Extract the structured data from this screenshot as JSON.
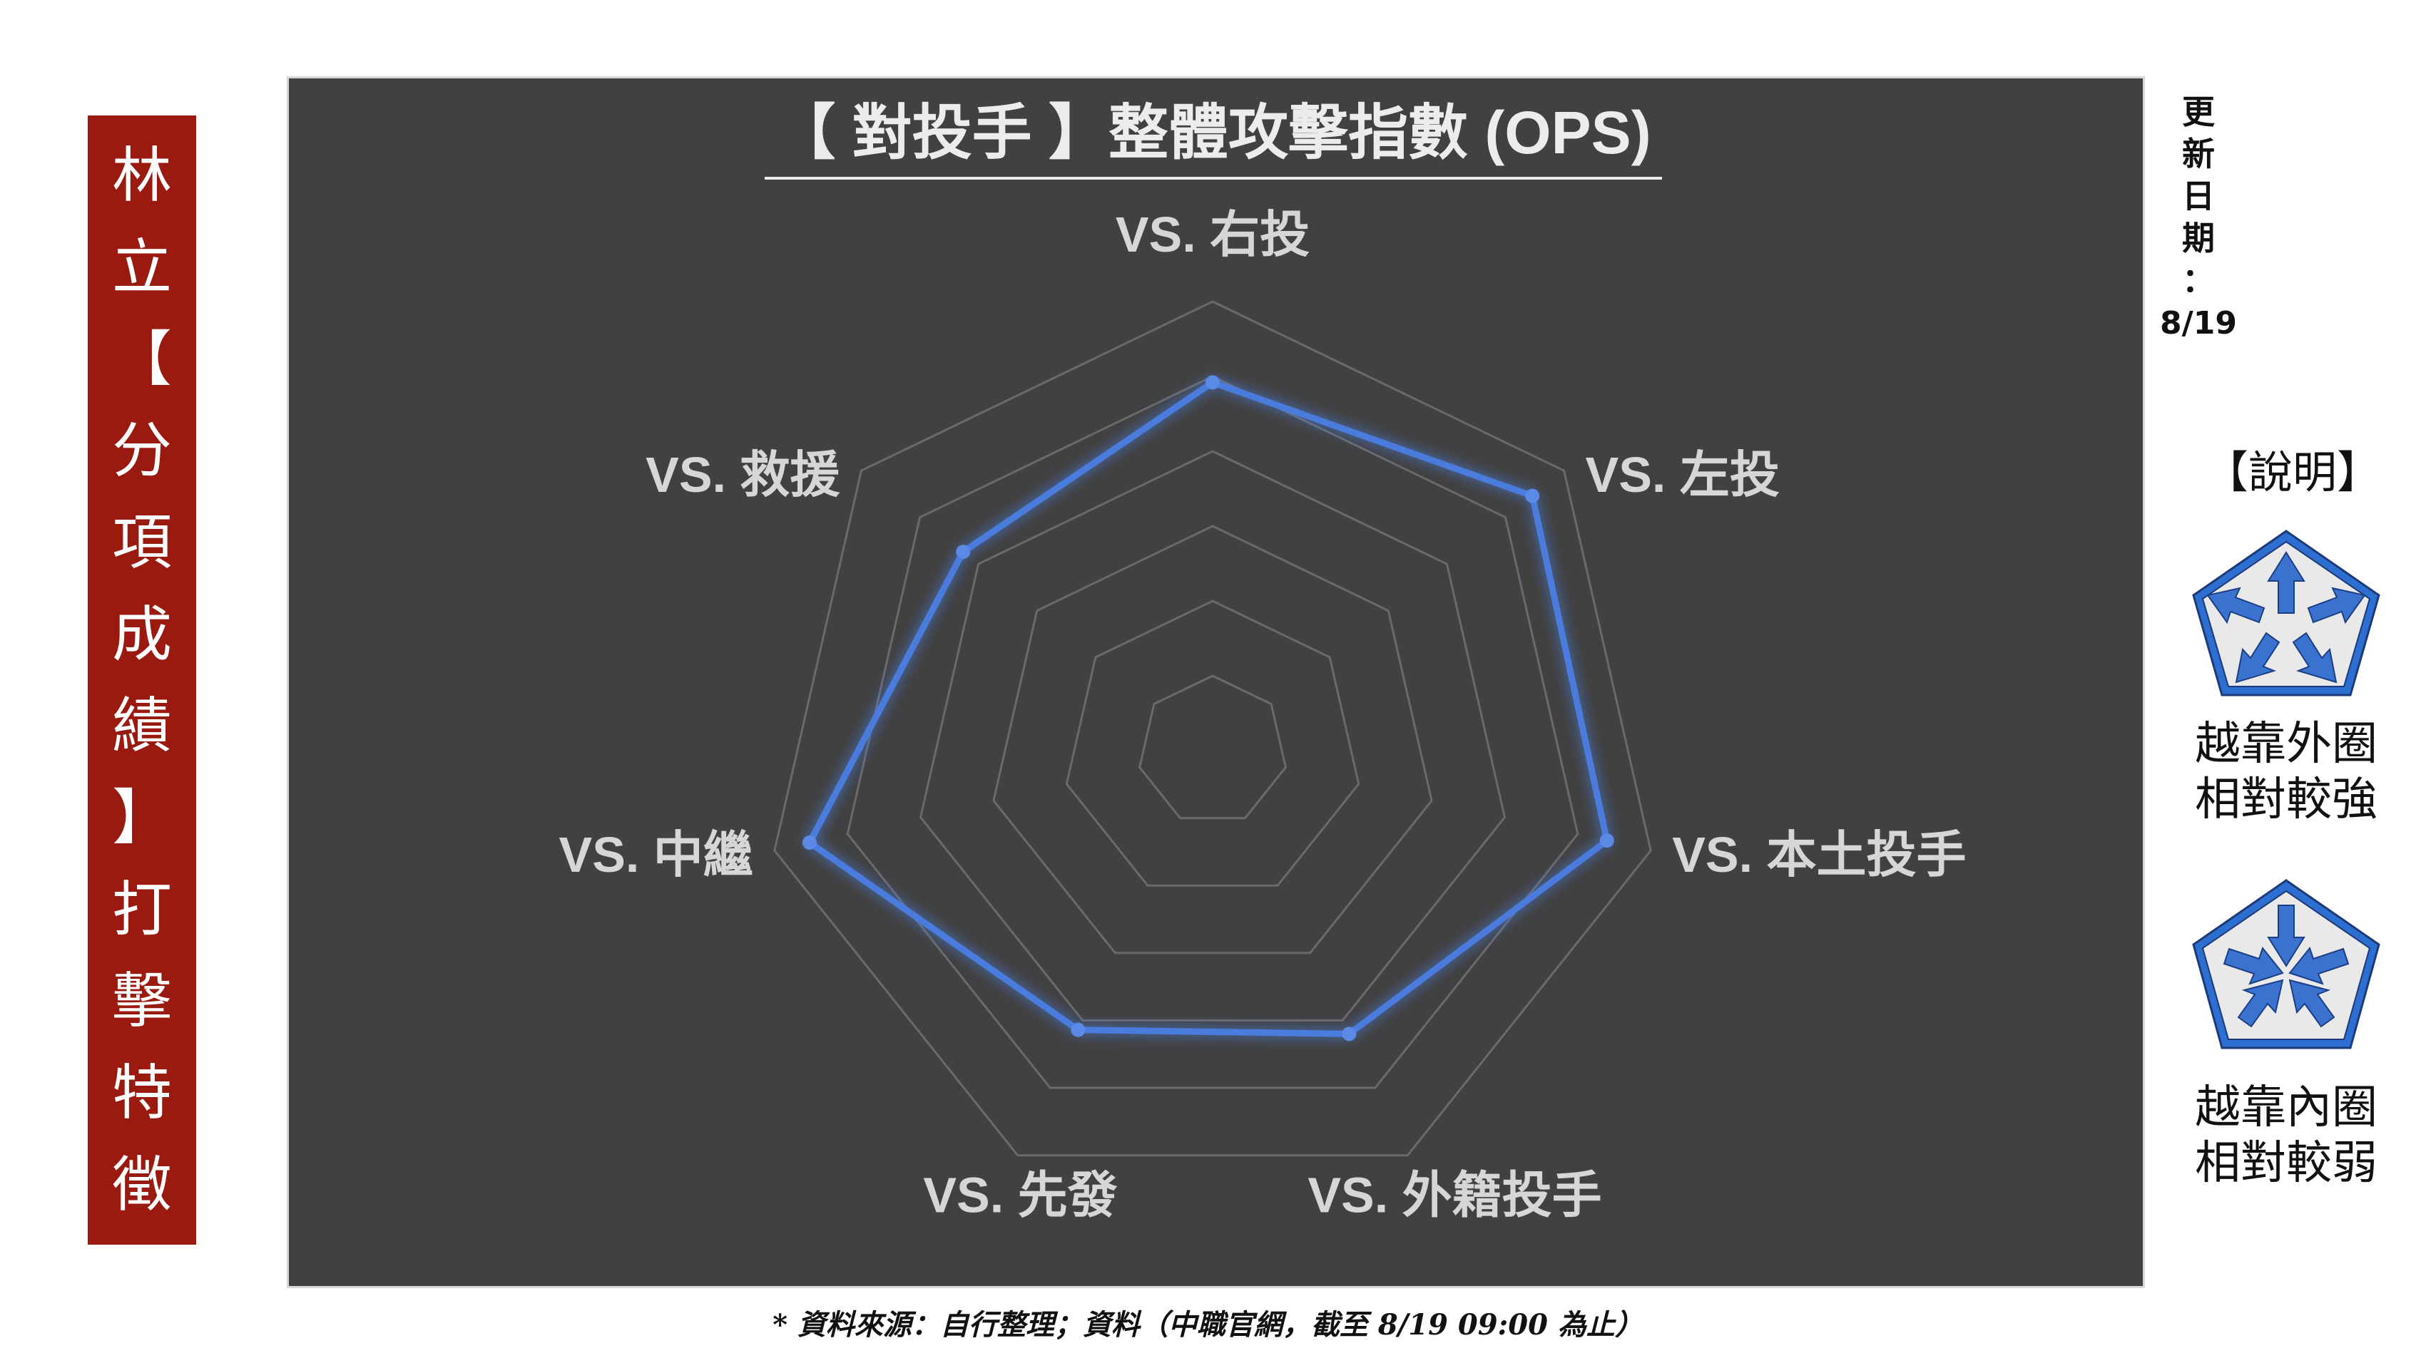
{
  "player": {
    "chars": [
      "林",
      "立",
      "【",
      "分",
      "項",
      "成",
      "績",
      "】",
      "打",
      "擊",
      "特",
      "徵"
    ]
  },
  "update": {
    "label_chars": [
      "更",
      "新",
      "日",
      "期",
      "："
    ],
    "date": "8/19"
  },
  "legend": {
    "heading": "【說明】",
    "outer": {
      "line1": "越靠外圈",
      "line2": "相對較強",
      "icon": "arrows-outward-pentagon-icon"
    },
    "inner": {
      "line1": "越靠內圈",
      "line2": "相對較弱",
      "icon": "arrows-inward-pentagon-icon"
    }
  },
  "chart_data": {
    "type": "radar",
    "title": "【 對投手 】整體攻擊指數 (OPS)",
    "axes": [
      "VS. 右投",
      "VS. 左投",
      "VS. 本土投手",
      "VS. 外籍投手",
      "VS. 先發",
      "VS. 中繼",
      "VS. 救援"
    ],
    "series": [
      {
        "values": [
          0.82,
          0.91,
          0.9,
          0.7,
          0.69,
          0.92,
          0.71
        ]
      }
    ],
    "rings": 6,
    "range": [
      0,
      1
    ],
    "grid": true,
    "colors": {
      "line": "#4a7bdc",
      "glow": "#2f5fc8",
      "grid": "#6a6a6a",
      "background": "#414141"
    }
  },
  "footnote": "* 資料來源：自行整理；資料（中職官網，截至 8/19 09:00 為止）"
}
